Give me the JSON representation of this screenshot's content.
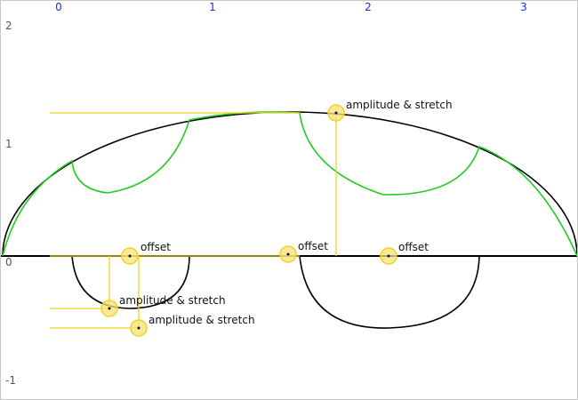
{
  "axis": {
    "x_ticks": [
      "0",
      "1",
      "2",
      "3"
    ],
    "y_ticks": [
      "2",
      "1",
      "0",
      "-1"
    ]
  },
  "colors": {
    "x_tick": "#1f2fd6",
    "y_tick": "#555555",
    "curve_black": "#000000",
    "curve_green": "#22cc22",
    "handle_line": "#f2d21f",
    "handle_fill": "#f5e27a"
  },
  "handles": {
    "offset": "offset",
    "amplitude_stretch": "amplitude & stretch"
  }
}
